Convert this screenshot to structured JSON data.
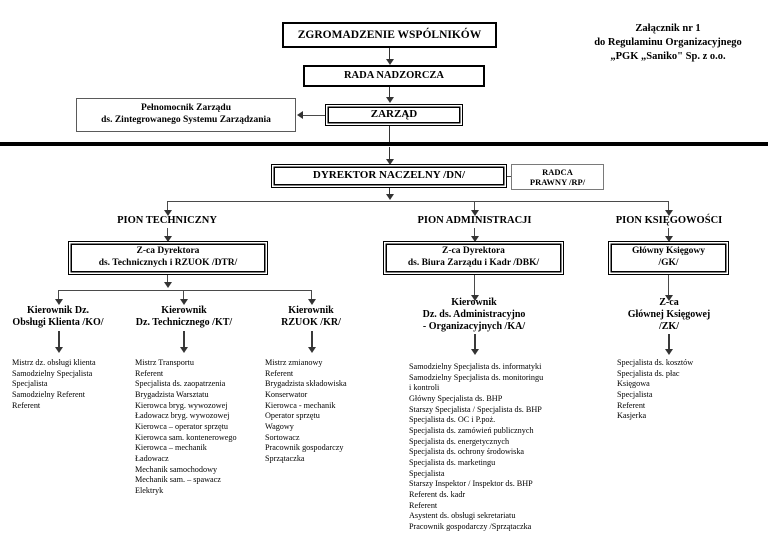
{
  "document": {
    "corner_note": [
      "Załącznik nr 1",
      "do Regulaminu Organizacyjnego",
      "„PGK „Saniko\" Sp. z o.o."
    ]
  },
  "nodes": {
    "assembly": "ZGROMADZENIE WSPÓLNIKÓW",
    "supervisory_board": "RADA NADZORCZA",
    "management_board": "ZARZĄD",
    "proxy": [
      "Pełnomocnik Zarządu",
      "ds. Zintegrowanego Systemu Zarządzania"
    ],
    "general_director": "DYREKTOR NACZELNY  /DN/",
    "legal_counsel": [
      "RADCA",
      "PRAWNY  /RP/"
    ]
  },
  "divisions": [
    {
      "label": "PION TECHNICZNY"
    },
    {
      "label": "PION ADMINISTRACJI"
    },
    {
      "label": "PION  KSIĘGOWOŚCI"
    }
  ],
  "deputies": {
    "technical": [
      "Z-ca Dyrektora",
      "ds. Technicznych i RZUOK /DTR/"
    ],
    "administration": [
      "Z-ca Dyrektora",
      "ds. Biura Zarządu i Kadr /DBK/"
    ],
    "accounting": [
      "Główny Księgowy",
      "/GK/"
    ]
  },
  "managers": {
    "customer_service": [
      "Kierownik Dz.",
      "Obsługi Klienta /KO/"
    ],
    "technical_dept": [
      "Kierownik",
      "Dz. Technicznego /KT/"
    ],
    "rzuok": [
      "Kierownik",
      "RZUOK /KR/"
    ],
    "admin_org": [
      "Kierownik",
      "Dz. ds.  Administracyjno",
      "- Organizacyjnych /KA/"
    ],
    "deputy_chief_accountant": [
      "Z-ca",
      "Głównej Księgowej",
      "/ZK/"
    ]
  },
  "staff": {
    "customer_service": [
      "Mistrz dz. obsługi klienta",
      "Samodzielny Specjalista",
      "Specjalista",
      "Samodzielny Referent",
      "Referent"
    ],
    "technical_dept": [
      "Mistrz Transportu",
      "Referent",
      "Specjalista ds. zaopatrzenia",
      "Brygadzista Warsztatu",
      "Kierowca bryg. wywozowej",
      "Ładowacz bryg. wywozowej",
      "Kierowca – operator sprzętu",
      "Kierowca sam. kontenerowego",
      "Kierowca – mechanik",
      "Ładowacz",
      "Mechanik samochodowy",
      "Mechanik sam. – spawacz",
      "Elektryk"
    ],
    "rzuok": [
      "Mistrz zmianowy",
      "Referent",
      "Brygadzista składowiska",
      "Konserwator",
      "Kierowca - mechanik",
      "Operator sprzętu",
      "Wagowy",
      "Sortowacz",
      "Pracownik gospodarczy",
      "Sprzątaczka"
    ],
    "admin_org": [
      "Samodzielny Specjalista ds. informatyki",
      "Samodzielny Specjalista ds. monitoringu",
      "i kontroli",
      "Główny Specjalista ds. BHP",
      "Starszy Specjalista / Specjalista ds. BHP",
      "Specjalista ds. OC i P.poż.",
      "Specjalista ds. zamówień publicznych",
      "Specjalista ds. energetycznych",
      "Specjalista ds. ochrony środowiska",
      "Specjalista ds. marketingu",
      "Specjalista",
      "Starszy Inspektor / Inspektor ds. BHP",
      "Referent ds. kadr",
      "Referent",
      "Asystent ds. obsługi sekretariatu",
      "Pracownik gospodarczy /Sprzątaczka"
    ],
    "accounting": [
      "Specjalista ds. kosztów",
      "Specjalista ds. płac",
      "Księgowa",
      "Specjalista",
      "Referent",
      "Kasjerka"
    ]
  },
  "colors": {
    "ink": "#000000",
    "connector": "#4a4a4a",
    "paper": "#ffffff"
  }
}
